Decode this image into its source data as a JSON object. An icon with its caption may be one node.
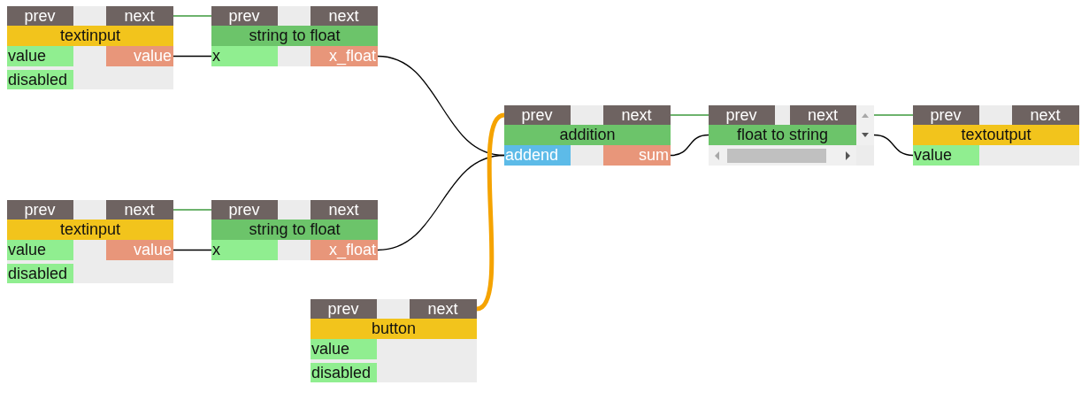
{
  "diagram": {
    "nodes": [
      {
        "text": [
          "textinput"
        ]
      },
      {
        "text": [
          "prev"
        ],
        "in": 0
      },
      {
        "text": [
          "next"
        ],
        "in": 0
      },
      {
        "text": [
          "value"
        ],
        "in": 0
      },
      {
        "text": [
          "value"
        ],
        "in": 0
      },
      {
        "text": [
          "disabled"
        ],
        "in": 0
      },
      {
        "text": [
          "string to float"
        ]
      },
      {
        "text": [
          "prev"
        ],
        "in": 6
      },
      {
        "text": [
          "next"
        ],
        "in": 6
      },
      {
        "text": [
          "x"
        ],
        "in": 6
      },
      {
        "text": [
          "x_float"
        ],
        "in": 6
      },
      {
        "text": [
          "addition"
        ]
      },
      {
        "text": [
          "prev"
        ],
        "in": 11
      },
      {
        "text": [
          "next"
        ],
        "in": 11
      },
      {
        "text": [
          "addend"
        ],
        "in": 11
      },
      {
        "text": [
          "sum"
        ],
        "in": 11
      },
      {
        "text": [
          "float to string"
        ]
      },
      {
        "text": [
          "prev"
        ],
        "in": 16
      },
      {
        "text": [
          "next"
        ],
        "in": 16
      },
      {
        "text": [
          "textoutput"
        ]
      },
      {
        "text": [
          "prev"
        ],
        "in": 19
      },
      {
        "text": [
          "next"
        ],
        "in": 19
      },
      {
        "text": [
          "value"
        ],
        "in": 19
      },
      {
        "text": [
          "textinput"
        ]
      },
      {
        "text": [
          "prev"
        ],
        "in": 23
      },
      {
        "text": [
          "next"
        ],
        "in": 23
      },
      {
        "text": [
          "value"
        ],
        "in": 23
      },
      {
        "text": [
          "value"
        ],
        "in": 23
      },
      {
        "text": [
          "disabled"
        ],
        "in": 23
      },
      {
        "text": [
          "string to float"
        ]
      },
      {
        "text": [
          "prev"
        ],
        "in": 29
      },
      {
        "text": [
          "next"
        ],
        "in": 29
      },
      {
        "text": [
          "x"
        ],
        "in": 29
      },
      {
        "text": [
          "x_float"
        ],
        "in": 29
      },
      {
        "text": [
          "button"
        ]
      },
      {
        "text": [
          "prev"
        ],
        "in": 34
      },
      {
        "text": [
          "next"
        ],
        "in": 34
      },
      {
        "text": [
          "value"
        ],
        "in": 34
      },
      {
        "text": [
          "disabled"
        ],
        "in": 34
      }
    ],
    "edges": [
      {
        "from": 2,
        "to": 7,
        "arrow": "none",
        "color": "#3c9a3c"
      },
      {
        "from": 4,
        "to": 9,
        "arrow": "none"
      },
      {
        "from": 10,
        "to": 14,
        "arrow": "none"
      },
      {
        "from": 25,
        "to": 30,
        "arrow": "none",
        "color": "#3c9a3c"
      },
      {
        "from": 27,
        "to": 32,
        "arrow": "none"
      },
      {
        "from": 33,
        "to": 14,
        "arrow": "none"
      },
      {
        "from": 36,
        "to": 12,
        "arrow": "none",
        "style": "thick",
        "color": "#f5a300"
      },
      {
        "from": 13,
        "to": 17,
        "arrow": "none",
        "color": "#3c9a3c"
      },
      {
        "from": 15,
        "to": 16,
        "arrow": "none"
      },
      {
        "from": 16,
        "to": 22,
        "arrow": "none"
      },
      {
        "from": 18,
        "to": 20,
        "arrow": "none",
        "color": "#3c9a3c"
      }
    ]
  }
}
